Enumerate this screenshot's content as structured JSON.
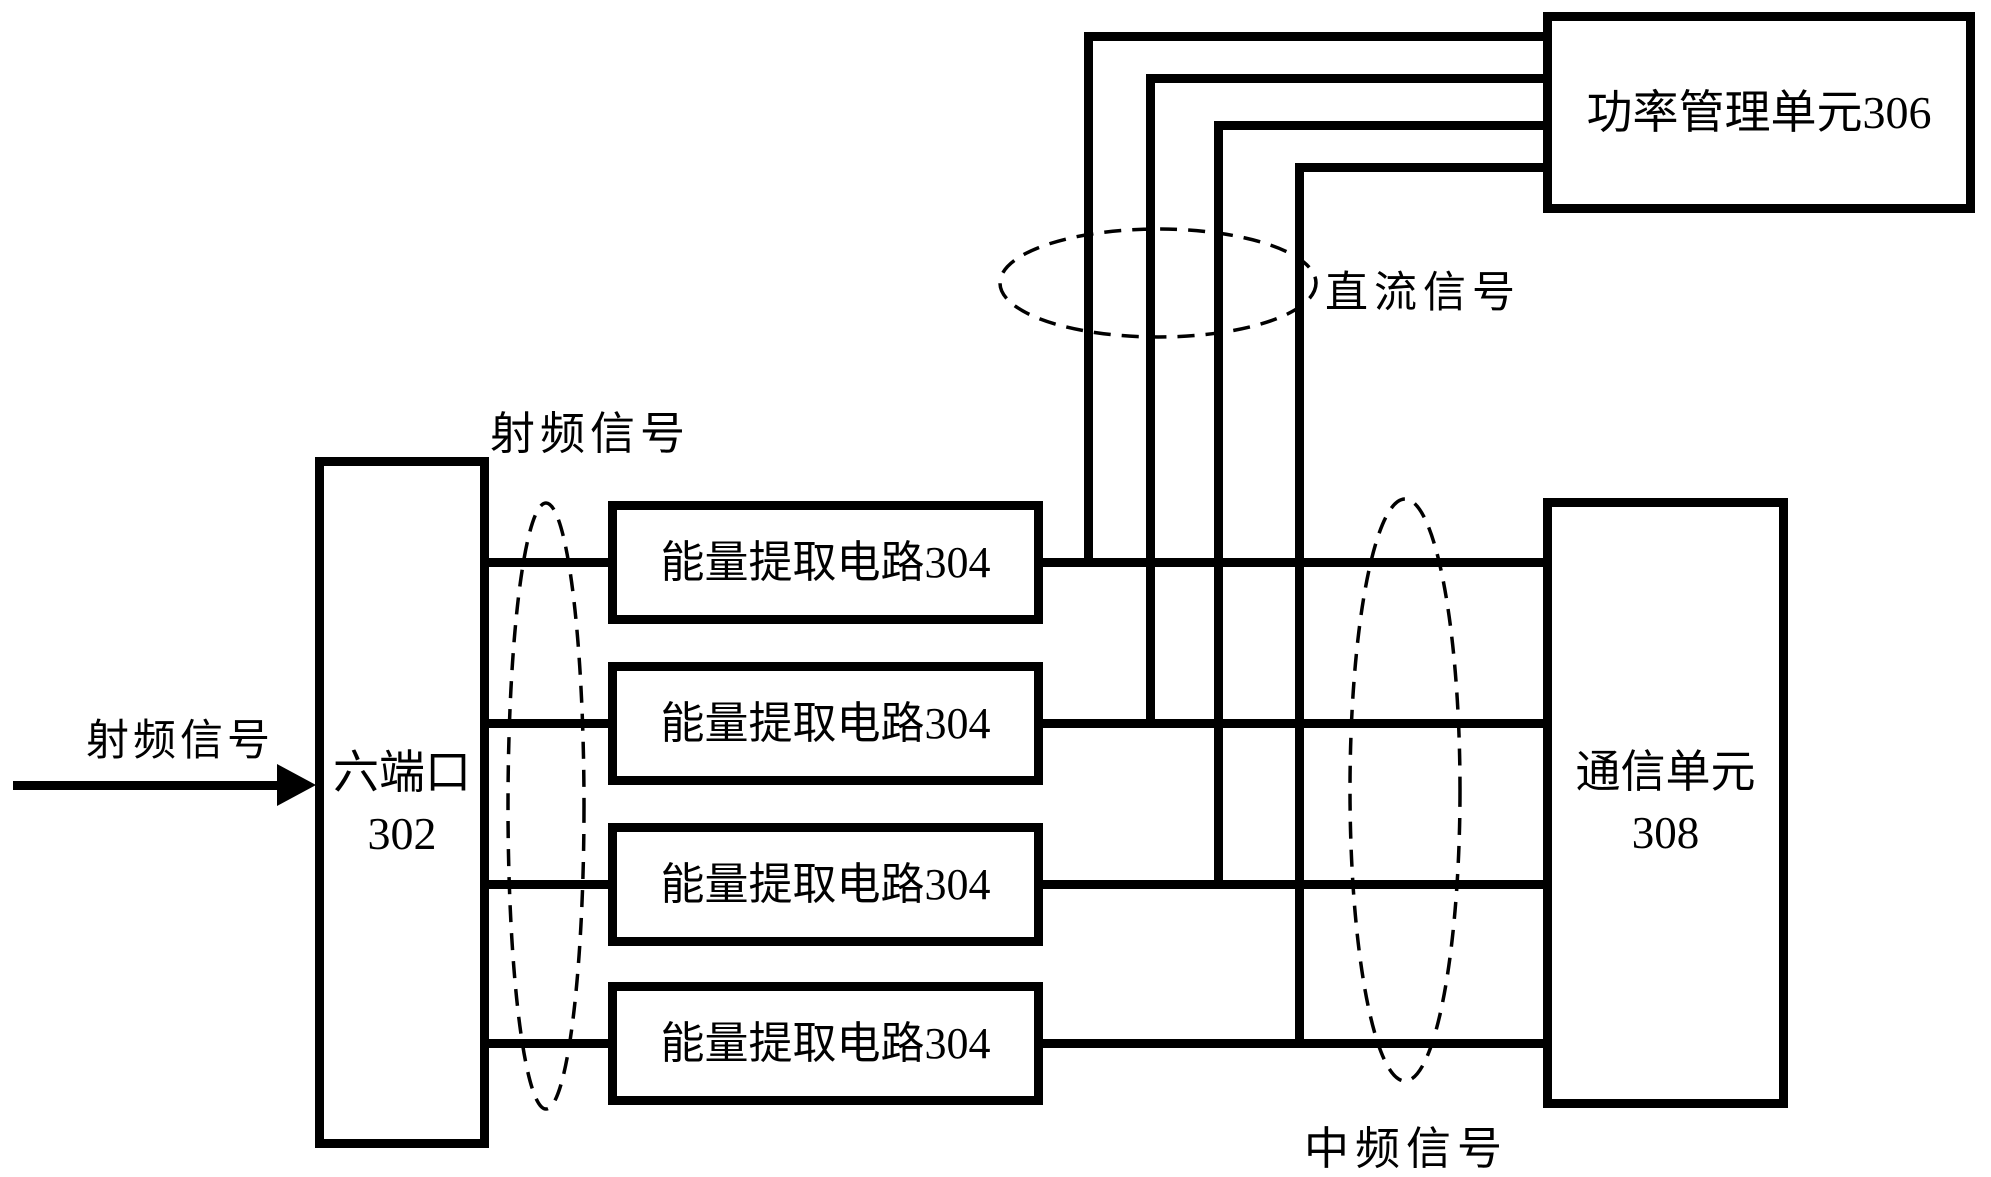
{
  "diagram": {
    "background_color": "#ffffff",
    "line_color": "#000000",
    "boxes": {
      "six_port": {
        "line1": "六端口",
        "line2": "302"
      },
      "energy_circuit": {
        "label": "能量提取电路304"
      },
      "power_mgmt": {
        "label": "功率管理单元306"
      },
      "comm_unit": {
        "line1": "通信单元",
        "line2": "308"
      }
    },
    "labels": {
      "rf_input": "射频信号",
      "rf_ports": "射频信号",
      "dc_signal": "直流信号",
      "if_signal": "中频信号"
    }
  }
}
